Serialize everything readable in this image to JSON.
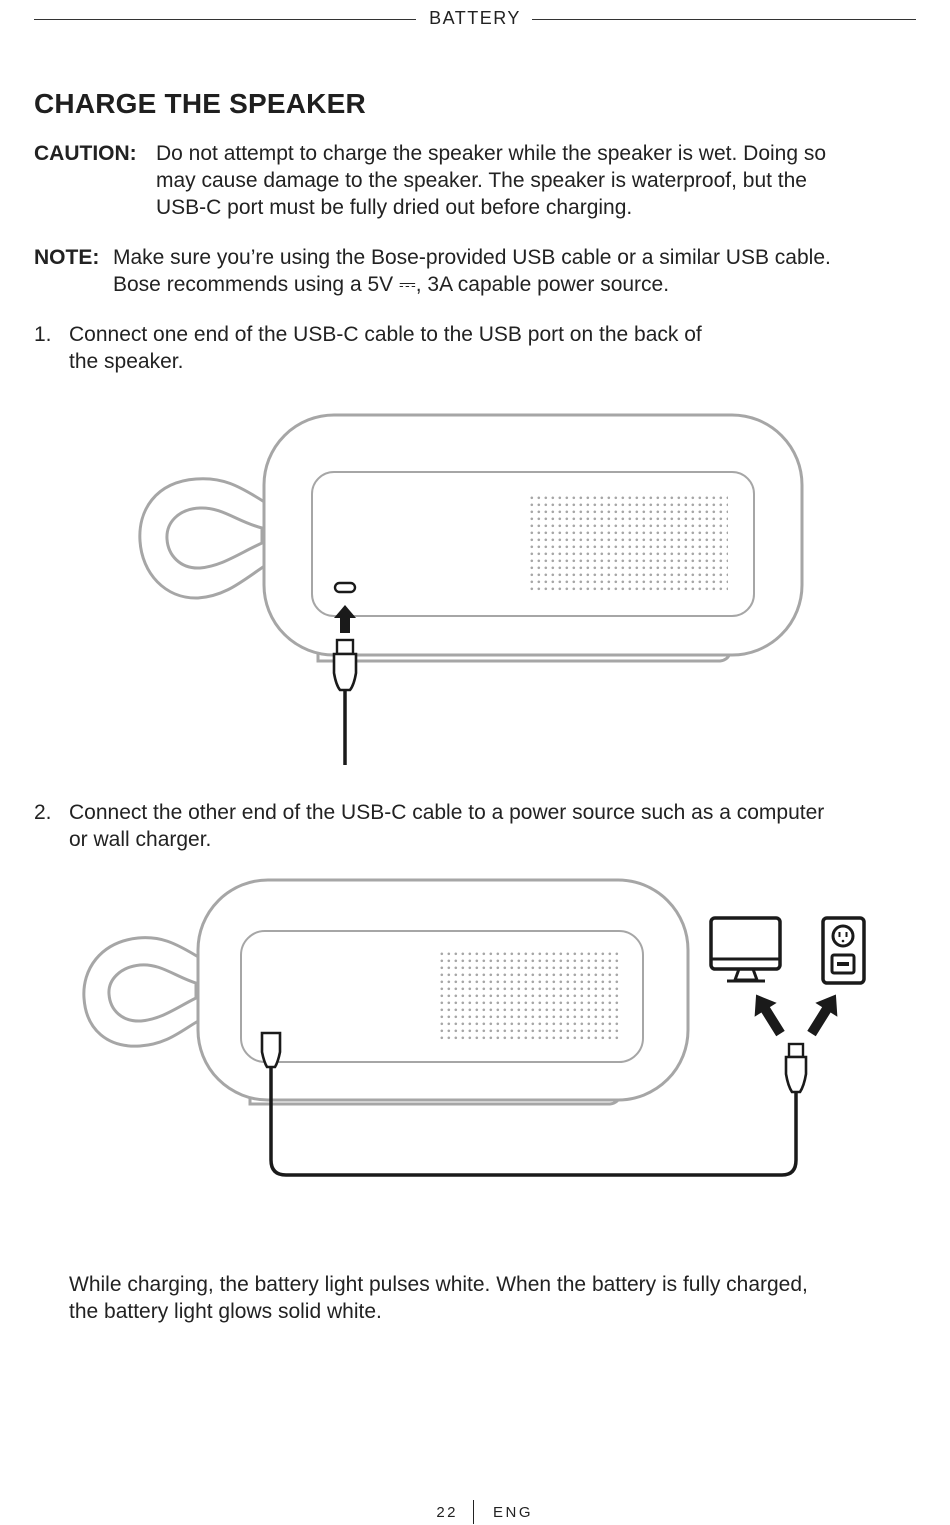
{
  "header": {
    "section": "BATTERY"
  },
  "title": "CHARGE THE SPEAKER",
  "caution": {
    "label": "CAUTION:",
    "lines": [
      "Do not attempt to charge the speaker while the speaker is wet. Doing so",
      "may cause damage to the speaker. The speaker is waterproof, but the",
      "USB-C port must be fully dried out before charging."
    ]
  },
  "note": {
    "label": "NOTE:",
    "lines": [
      "Make sure you’re using the Bose-provided USB cable or a similar USB cable.",
      "Bose recommends using a 5V ⎓, 3A capable power source."
    ]
  },
  "steps": [
    {
      "num": "1.",
      "lines": [
        "Connect one end of the USB-C cable to the USB port on the back of",
        "the speaker."
      ]
    },
    {
      "num": "2.",
      "lines": [
        "Connect the other end of the USB-C cable to a power source such as a computer",
        "or wall charger."
      ]
    }
  ],
  "charging_info": {
    "lines": [
      "While charging, the battery light pulses white. When the battery is fully charged,",
      "the battery light glows solid white."
    ]
  },
  "footer": {
    "page": "22",
    "language": "ENG"
  },
  "colors": {
    "outline": "#a6a6a6",
    "ink": "#1a1a1a"
  }
}
